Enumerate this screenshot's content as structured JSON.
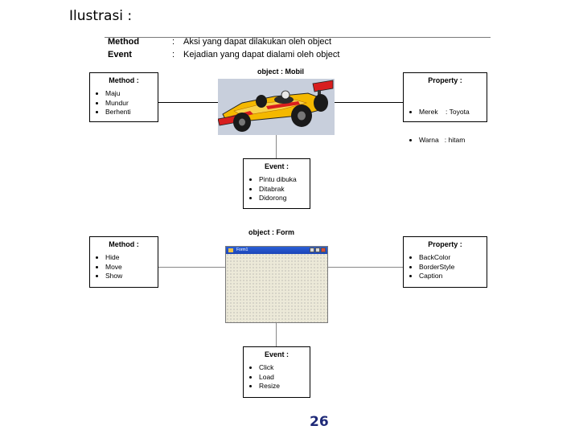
{
  "slide": {
    "title": "Ilustrasi :",
    "page_number": "26"
  },
  "definitions": [
    {
      "term": "Method",
      "colon": ":",
      "text": "Aksi yang dapat dilakukan oleh object"
    },
    {
      "term": "Event",
      "colon": ":",
      "text": "Kejadian yang dapat dialami oleh object"
    }
  ],
  "mobil": {
    "label": "object : Mobil",
    "method": {
      "title": "Method :",
      "items": [
        "Maju",
        "Mundur",
        "Berhenti"
      ]
    },
    "property": {
      "title": "Property :",
      "items": [
        "Merek    : Toyota",
        "Warna   : hitam"
      ]
    },
    "event": {
      "title": "Event :",
      "items": [
        "Pintu dibuka",
        "Ditabrak",
        "Didorong"
      ]
    }
  },
  "form": {
    "label": "object : Form",
    "window_title": "Form1",
    "method": {
      "title": "Method :",
      "items": [
        "Hide",
        "Move",
        "Show"
      ]
    },
    "property": {
      "title": "Property :",
      "items": [
        "BackColor",
        "BorderStyle",
        "Caption"
      ]
    },
    "event": {
      "title": "Event :",
      "items": [
        "Click",
        "Load",
        "Resize"
      ]
    }
  },
  "colors": {
    "page_number": "#1f2a78",
    "car_body": "#f4b800",
    "car_accent": "#d81e1e",
    "form_titlebar": "#2a5fd6"
  }
}
